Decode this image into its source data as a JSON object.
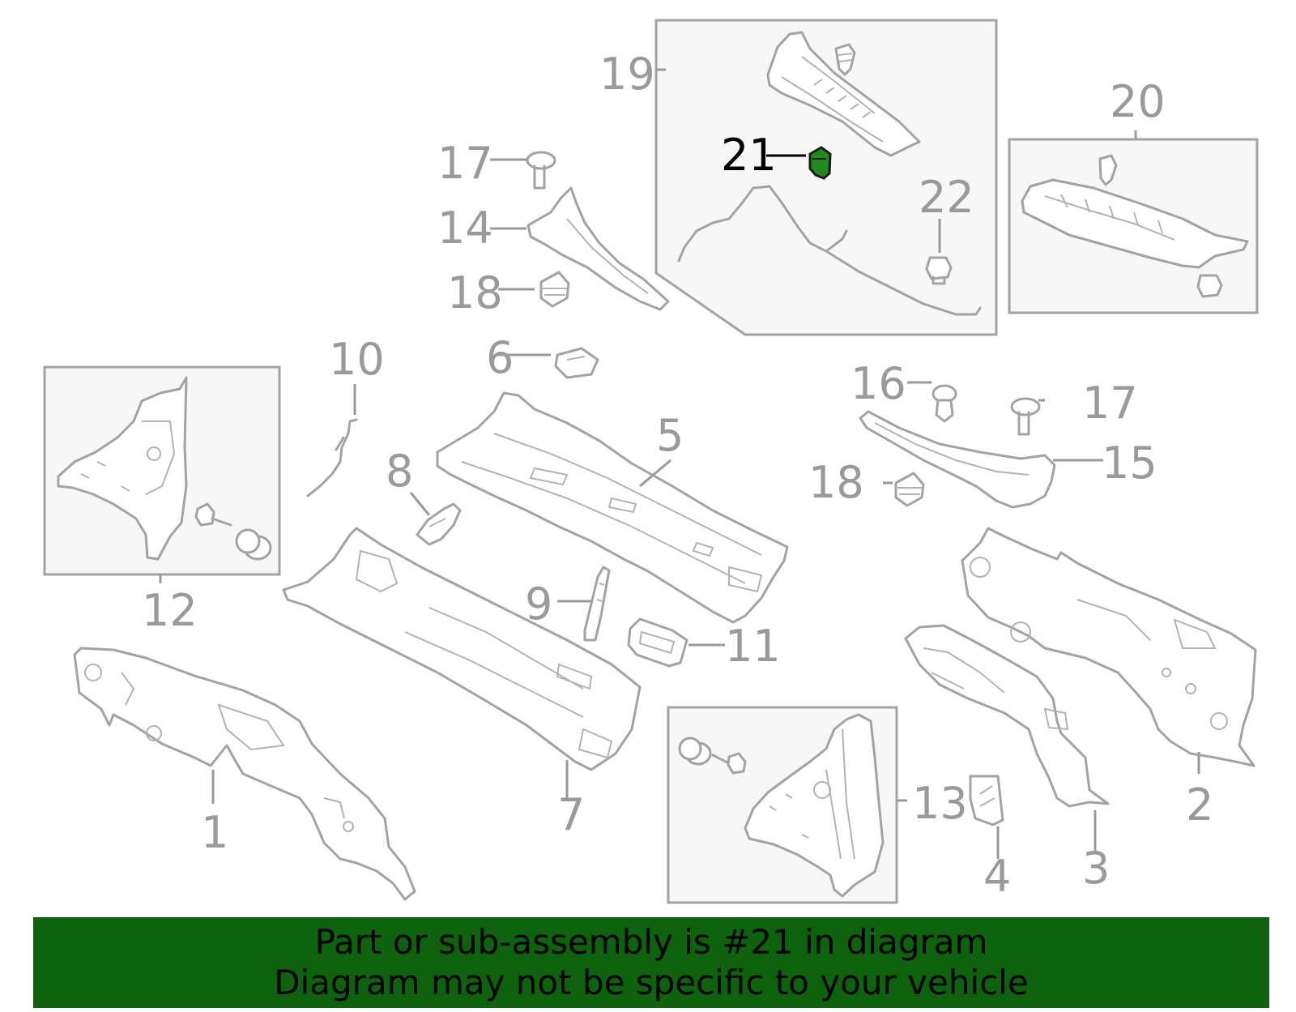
{
  "diagram": {
    "callouts": {
      "c1": "1",
      "c2": "2",
      "c3": "3",
      "c4": "4",
      "c5": "5",
      "c6": "6",
      "c7": "7",
      "c8": "8",
      "c9": "9",
      "c10": "10",
      "c11": "11",
      "c12": "12",
      "c13": "13",
      "c14": "14",
      "c15": "15",
      "c16": "16",
      "c17a": "17",
      "c17b": "17",
      "c18a": "18",
      "c18b": "18",
      "c19": "19",
      "c20": "20",
      "c21": "21",
      "c22": "22"
    },
    "highlighted_part": "21",
    "colors": {
      "highlight": "#1f8a1f",
      "banner_bg": "#0e620e",
      "line_art": "#a3a3a3",
      "callout_text": "#9a9a9a"
    }
  },
  "banner": {
    "line1": "Part or sub-assembly is #21 in diagram",
    "line2": "Diagram may not be specific to your vehicle"
  }
}
